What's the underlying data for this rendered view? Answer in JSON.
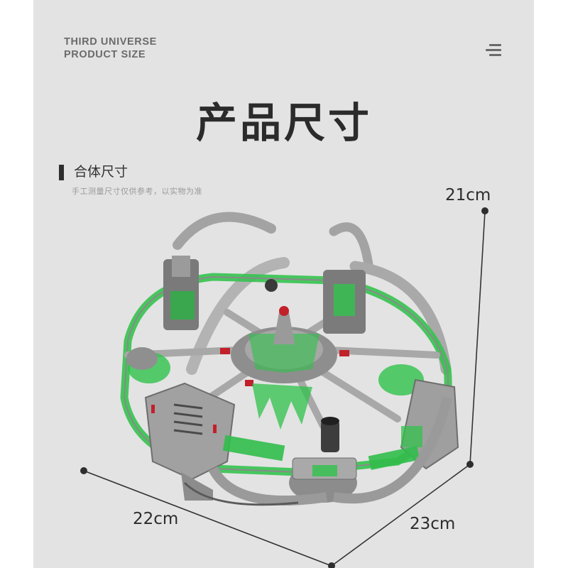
{
  "header": {
    "brand_line1": "THIRD UNIVERSE",
    "brand_line2": "PRODUCT SIZE",
    "menu_icon": "menu-icon"
  },
  "page_title": "产品尺寸",
  "section": {
    "title": "合体尺寸",
    "note": "手工测量尺寸仅供参考，以实物为准"
  },
  "dimensions": {
    "height": "21cm",
    "width": "22cm",
    "depth": "23cm"
  },
  "product_image": {
    "description": "green and gray brick-built spherical ring spaceship model with curved gray arms",
    "colors": {
      "gray": "#9c9c9c",
      "light_gray": "#bdbdbd",
      "dark_gray": "#5a5a5a",
      "trans_green": "#2fc24a",
      "red": "#c2202a"
    }
  },
  "colors": {
    "background": "#e3e3e3",
    "page": "#ffffff",
    "text_dark": "#2b2b2b",
    "text_muted": "#9a9a9a",
    "line": "#333333"
  }
}
